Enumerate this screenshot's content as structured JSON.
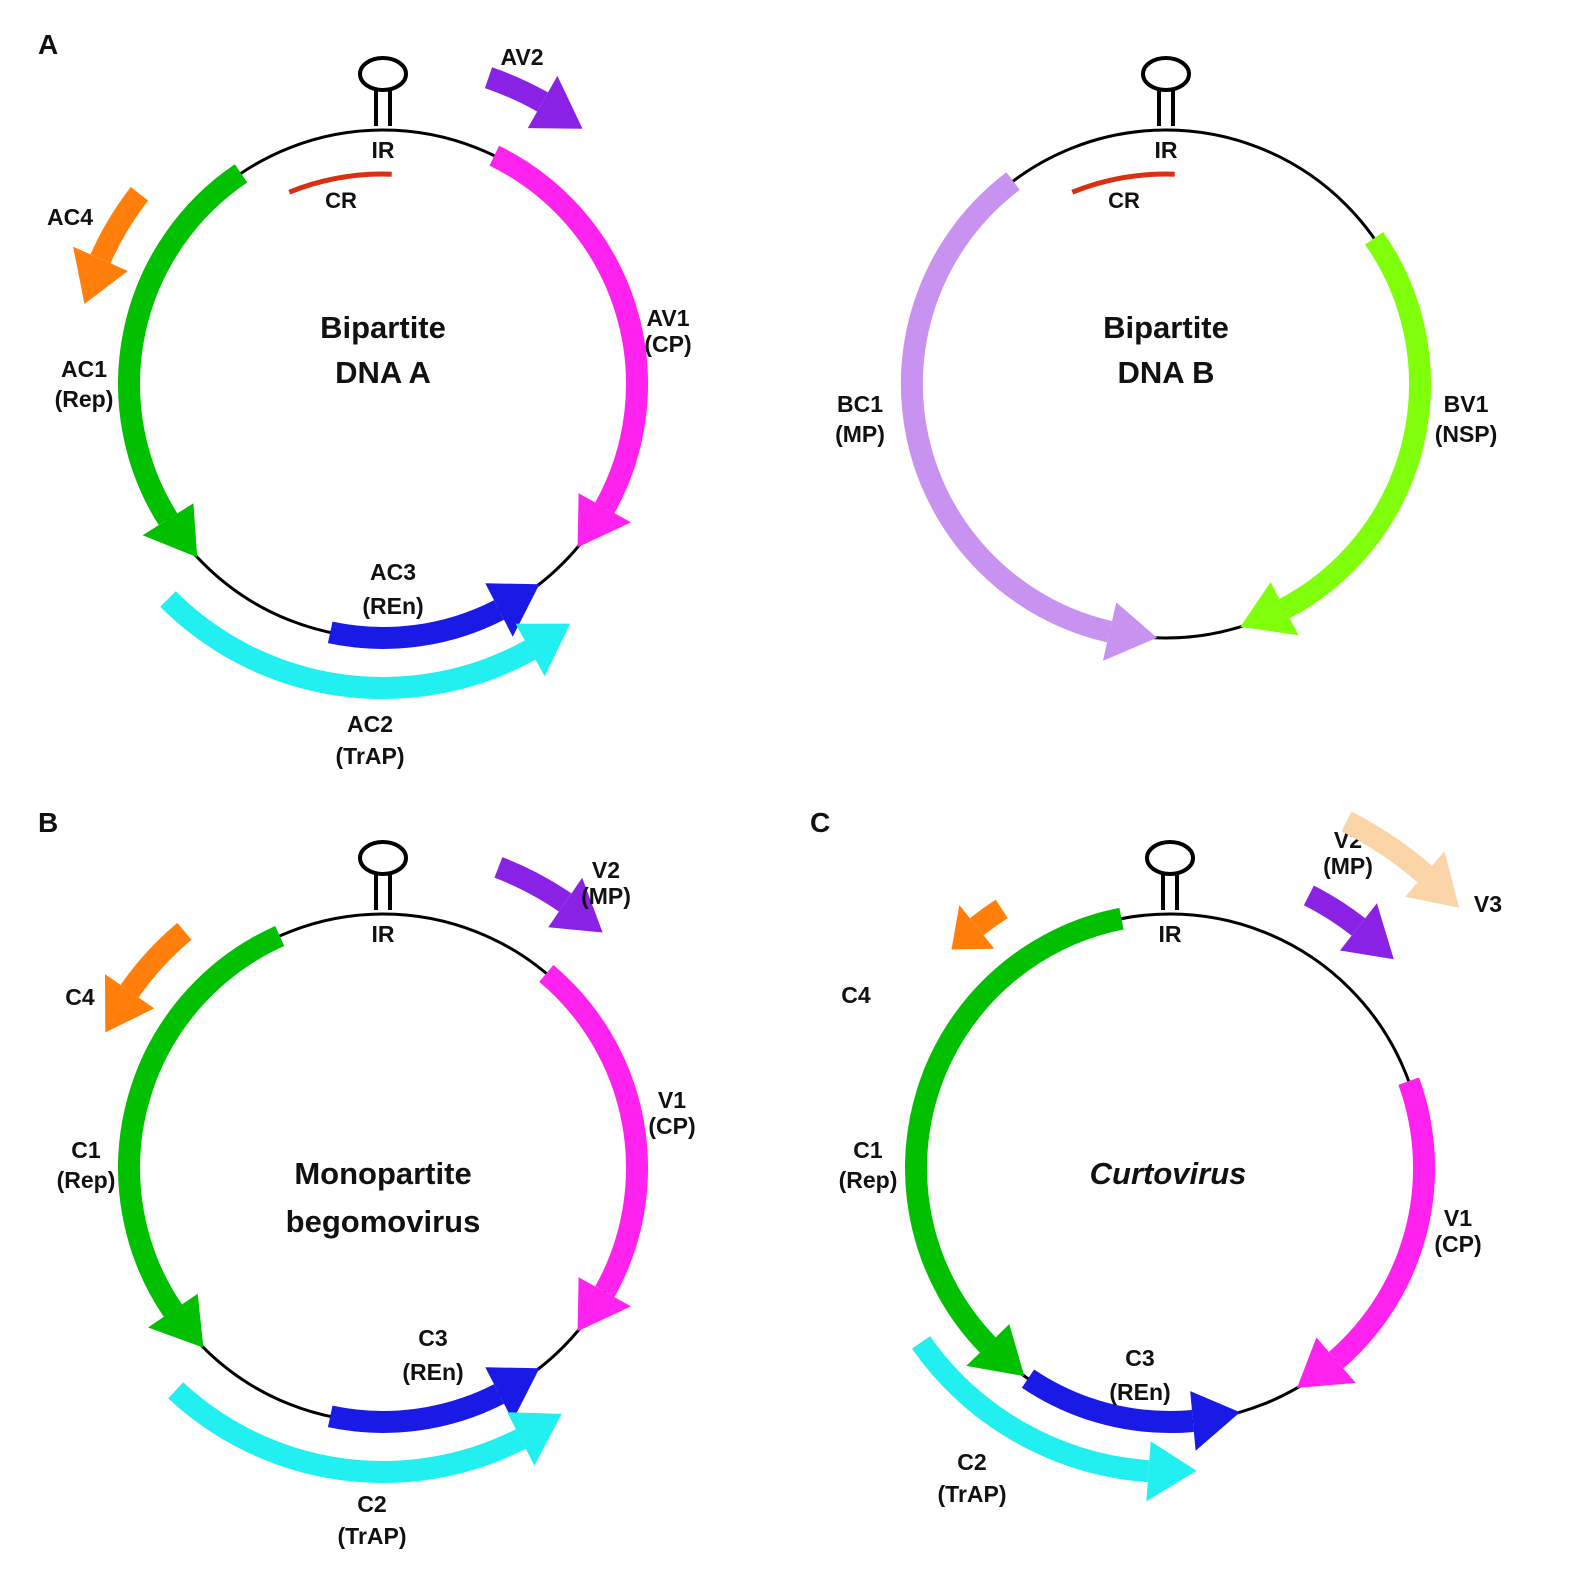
{
  "colors": {
    "rep": "#00c000",
    "cp": "#ff22ee",
    "ren": "#1a1ae6",
    "trap": "#22f0f0",
    "c4": "#ff7f0a",
    "v2": "#8a22e6",
    "v3": "#fbd4a8",
    "mp": "#c893f0",
    "nsp": "#80ff0a",
    "cr": "#d83010",
    "genome": "#000000"
  },
  "panels": [
    {
      "id": "A1",
      "letter": "A",
      "title_lines": [
        "Bipartite",
        "DNA A"
      ],
      "italic": false,
      "ir_label": "IR",
      "cr_label": "CR",
      "has_cr": true,
      "genes": [
        {
          "label_lines": [
            "AC1",
            "(Rep)"
          ],
          "color_key": "rep"
        },
        {
          "label_lines": [
            "AV1",
            "(CP)"
          ],
          "color_key": "cp"
        },
        {
          "label_lines": [
            "AC3",
            "(REn)"
          ],
          "color_key": "ren"
        },
        {
          "label_lines": [
            "AC2",
            "(TrAP)"
          ],
          "color_key": "trap"
        },
        {
          "label_lines": [
            "AC4"
          ],
          "color_key": "c4"
        },
        {
          "label_lines": [
            "AV2"
          ],
          "color_key": "v2"
        }
      ]
    },
    {
      "id": "A2",
      "letter": "",
      "title_lines": [
        "Bipartite",
        "DNA B"
      ],
      "italic": false,
      "ir_label": "IR",
      "cr_label": "CR",
      "has_cr": true,
      "genes": [
        {
          "label_lines": [
            "BC1",
            "(MP)"
          ],
          "color_key": "mp"
        },
        {
          "label_lines": [
            "BV1",
            "(NSP)"
          ],
          "color_key": "nsp"
        }
      ]
    },
    {
      "id": "B",
      "letter": "B",
      "title_lines": [
        "Monopartite",
        "begomovirus"
      ],
      "italic": false,
      "ir_label": "IR",
      "has_cr": false,
      "genes": [
        {
          "label_lines": [
            "C1",
            "(Rep)"
          ],
          "color_key": "rep"
        },
        {
          "label_lines": [
            "V1",
            "(CP)"
          ],
          "color_key": "cp"
        },
        {
          "label_lines": [
            "C3",
            "(REn)"
          ],
          "color_key": "ren"
        },
        {
          "label_lines": [
            "C2",
            "(TrAP)"
          ],
          "color_key": "trap"
        },
        {
          "label_lines": [
            "C4"
          ],
          "color_key": "c4"
        },
        {
          "label_lines": [
            "V2",
            "(MP)"
          ],
          "color_key": "v2"
        }
      ]
    },
    {
      "id": "C",
      "letter": "C",
      "title_lines": [
        "Curtovirus"
      ],
      "italic": true,
      "ir_label": "IR",
      "has_cr": false,
      "genes": [
        {
          "label_lines": [
            "C1",
            "(Rep)"
          ],
          "color_key": "rep"
        },
        {
          "label_lines": [
            "V1",
            "(CP)"
          ],
          "color_key": "cp"
        },
        {
          "label_lines": [
            "C3",
            "(REn)"
          ],
          "color_key": "ren"
        },
        {
          "label_lines": [
            "C2",
            "(TrAP)"
          ],
          "color_key": "trap"
        },
        {
          "label_lines": [
            "C4"
          ],
          "color_key": "c4"
        },
        {
          "label_lines": [
            "V2",
            "(MP)"
          ],
          "color_key": "v2"
        },
        {
          "label_lines": [
            "V3"
          ],
          "color_key": "v3"
        }
      ]
    }
  ]
}
